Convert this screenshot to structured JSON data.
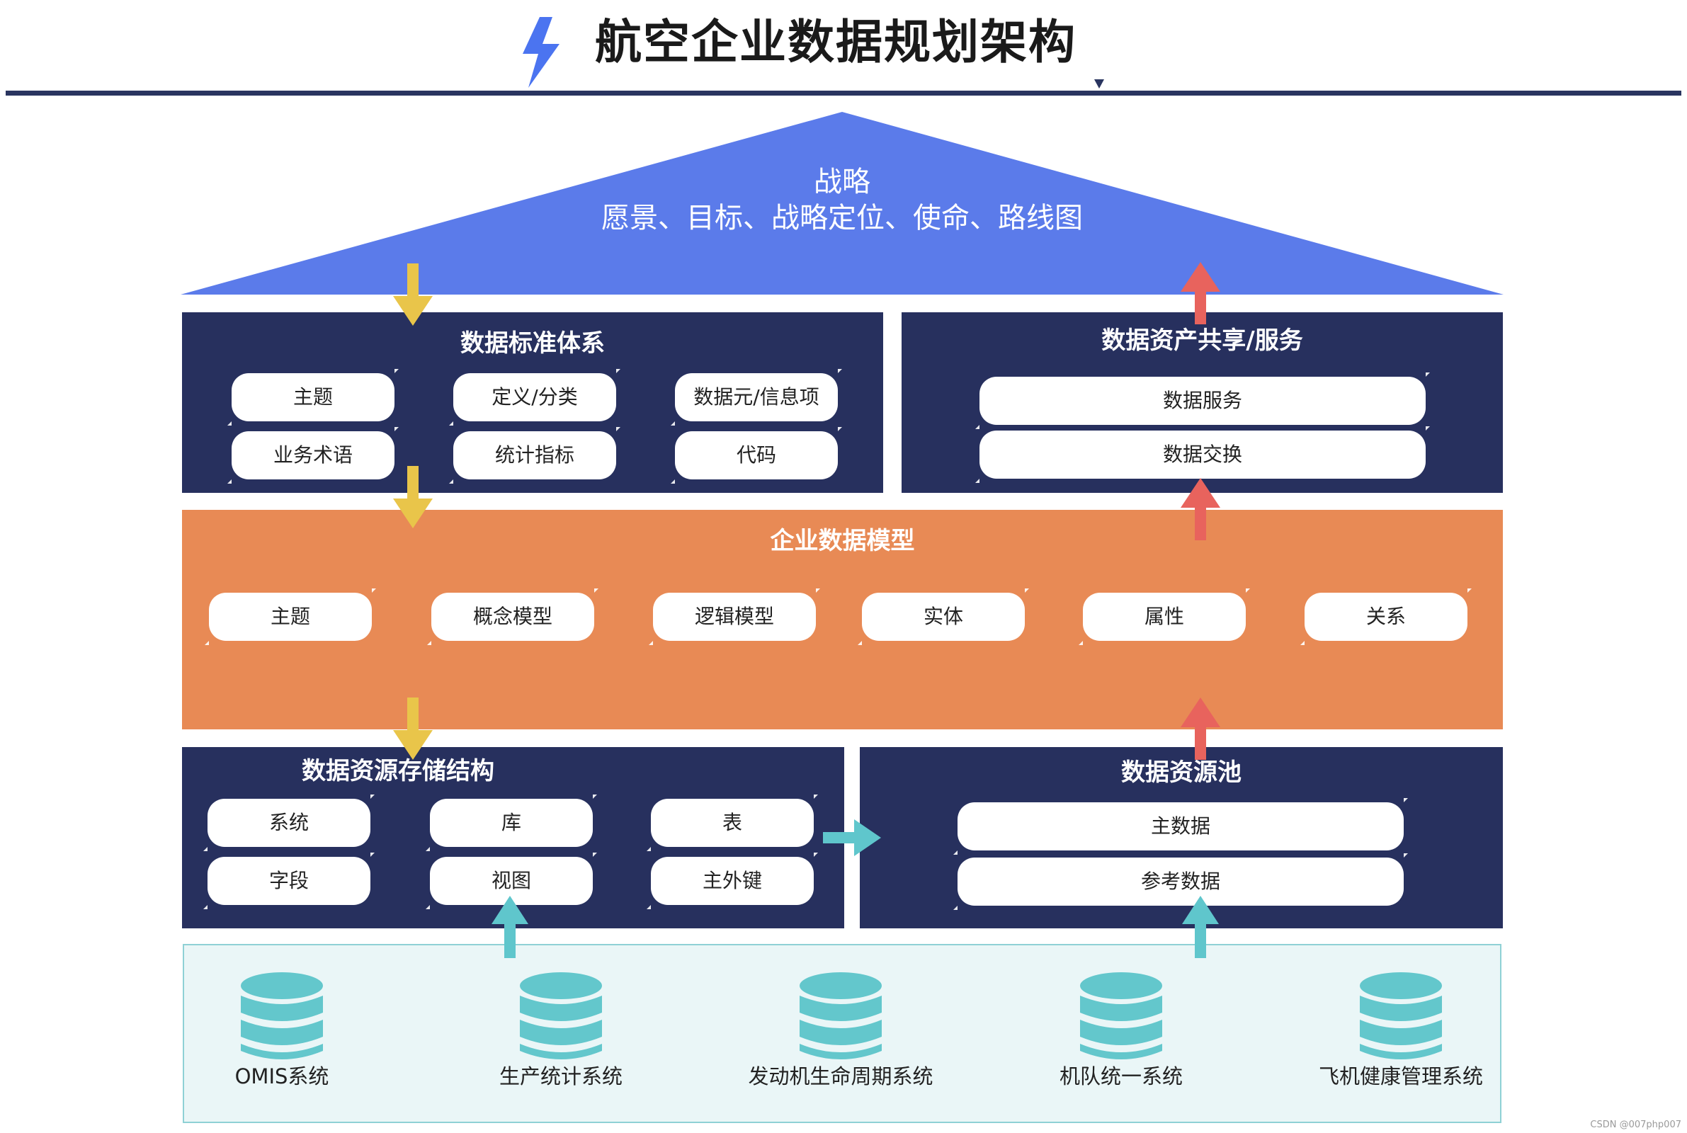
{
  "header": {
    "title": "航空企业数据规划架构",
    "logo_icon": "lightning-bolt-icon"
  },
  "strategy": {
    "title": "战略",
    "subtitle": "愿景、目标、战略定位、使命、路线图"
  },
  "data_standards": {
    "title": "数据标准体系",
    "items": [
      "主题",
      "定义/分类",
      "数据元/信息项",
      "业务术语",
      "统计指标",
      "代码"
    ]
  },
  "data_asset_services": {
    "title": "数据资产共享/服务",
    "items": [
      "数据服务",
      "数据交换"
    ]
  },
  "enterprise_model": {
    "title": "企业数据模型",
    "items": [
      "主题",
      "概念模型",
      "逻辑模型",
      "实体",
      "属性",
      "关系"
    ]
  },
  "storage_structure": {
    "title": "数据资源存储结构",
    "items": [
      "系统",
      "库",
      "表",
      "字段",
      "视图",
      "主外键"
    ]
  },
  "resource_pool": {
    "title": "数据资源池",
    "items": [
      "主数据",
      "参考数据"
    ]
  },
  "source_systems": [
    "OMIS系统",
    "生产统计系统",
    "发动机生命周期系统",
    "机队统一系统",
    "飞机健康管理系统"
  ],
  "watermark": "CSDN @007php007",
  "colors": {
    "navy": "#27305e",
    "roof_blue": "#5b7bea",
    "orange": "#e88a55",
    "arrow_down": "#e9c54a",
    "arrow_up": "#e8635d",
    "arrow_teal": "#5fc6cc"
  }
}
